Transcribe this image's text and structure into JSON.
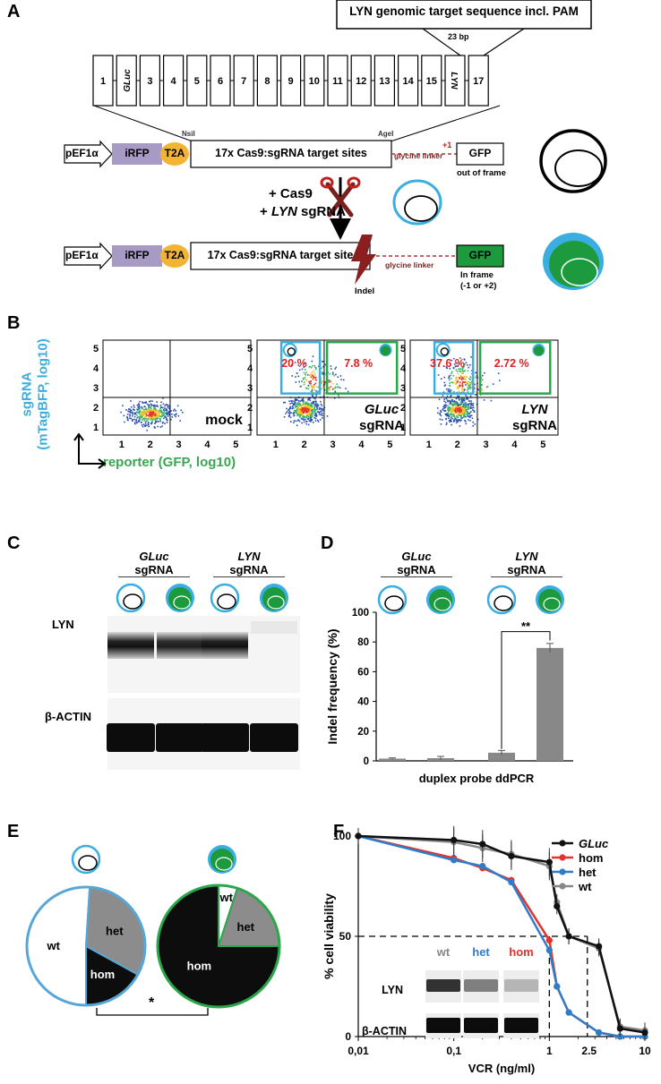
{
  "panels": {
    "a": "A",
    "b": "B",
    "c": "C",
    "d": "D",
    "e": "E",
    "f": "F"
  },
  "panel_a": {
    "target_title": "LYN genomic target sequence incl. PAM",
    "target_len": "23 bp",
    "sites": [
      "1",
      "GLuc",
      "3",
      "4",
      "5",
      "6",
      "7",
      "8",
      "9",
      "10",
      "11",
      "12",
      "13",
      "14",
      "15",
      "LYN",
      "17"
    ],
    "promoter": "pEF1α",
    "irfp": "iRFP",
    "t2a": "T2A",
    "cassette": "17x Cas9:sgRNA target sites",
    "cassette_cut": "17x Cas9:sgRNA target site",
    "nsil": "NsiI",
    "agel": "AgeI",
    "plus1": "+1",
    "glycine_linker": "glycine linker",
    "gfp": "GFP",
    "out_of_frame": "out of frame",
    "cas9": "+ Cas9",
    "sgrna_prefix": "+ ",
    "sgrna_gene": "LYN",
    "sgrna_suffix": " sgRNA",
    "indel": "Indel",
    "in_frame_1": "In frame",
    "in_frame_2": "(-1 or +2)"
  },
  "panel_b": {
    "ylabel_1": "sgRNA",
    "ylabel_2": "(mTagBFP, log10)",
    "xlabel": "reporter (GFP, log10)",
    "ticks": [
      "1",
      "2",
      "3",
      "4",
      "5"
    ],
    "plots": [
      {
        "label_1": "mock",
        "label_2": ""
      },
      {
        "label_1": "GLuc",
        "label_2": "sgRNA",
        "blue_pct": "20 %",
        "green_pct": "7.8 %"
      },
      {
        "label_1": "LYN",
        "label_2": "sgRNA",
        "blue_pct": "37.6 %",
        "green_pct": "2.72 %"
      }
    ]
  },
  "panel_c": {
    "g1_gene": "GLuc",
    "g1_sub": "sgRNA",
    "g2_gene": "LYN",
    "g2_sub": "sgRNA",
    "row1": "LYN",
    "row2": "β-ACTIN"
  },
  "panel_d": {
    "g1_gene": "GLuc",
    "g1_sub": "sgRNA",
    "g2_gene": "LYN",
    "g2_sub": "sgRNA",
    "sig": "**",
    "xcaption": "duplex probe ddPCR"
  },
  "panel_e": {
    "sig": "*",
    "pie1": [
      {
        "label": "wt",
        "value": 51
      },
      {
        "label": "het",
        "value": 32
      },
      {
        "label": "hom",
        "value": 17
      }
    ],
    "pie2": [
      {
        "label": "wt",
        "value": 5
      },
      {
        "label": "het",
        "value": 20
      },
      {
        "label": "hom",
        "value": 75
      }
    ]
  },
  "panel_f": {
    "inset_cols": [
      "wt",
      "het",
      "hom"
    ],
    "inset_rows": [
      "LYN",
      "β-ACTIN"
    ],
    "vline_labels": [
      "1",
      "2.5"
    ]
  },
  "chart_data": [
    {
      "type": "bar",
      "title": "",
      "xlabel": "duplex probe ddPCR",
      "ylabel": "Indel frequency (%)",
      "ylim": [
        0,
        100
      ],
      "yticks": [
        0,
        20,
        40,
        60,
        80,
        100
      ],
      "categories": [
        "GLuc sgRNA blue",
        "GLuc sgRNA green",
        "LYN sgRNA blue",
        "LYN sgRNA green"
      ],
      "values": [
        1.5,
        1.8,
        5.5,
        76
      ],
      "errors": [
        0.5,
        1.2,
        1.5,
        3
      ],
      "color": "#888888"
    },
    {
      "type": "line",
      "title": "",
      "xlabel": "VCR (ng/ml)",
      "ylabel": "% cell viability",
      "xscale": "log",
      "xlim": [
        0.01,
        10
      ],
      "ylim": [
        0,
        100
      ],
      "xticks": [
        "0,01",
        "0,1",
        "1",
        "10"
      ],
      "yticks": [
        "0",
        "50",
        "100"
      ],
      "series": [
        {
          "name": "GLuc",
          "color": "#111111",
          "x": [
            0.01,
            0.1,
            0.2,
            0.4,
            1.0,
            1.2,
            1.6,
            3.3,
            5.5,
            10
          ],
          "y": [
            100,
            98,
            96,
            90,
            87,
            65,
            50,
            45,
            4,
            2
          ]
        },
        {
          "name": "hom",
          "color": "#e8302c",
          "x": [
            0.01,
            0.1,
            0.2,
            0.4,
            1.0,
            1.2,
            1.6,
            3.3,
            5.5,
            10
          ],
          "y": [
            100,
            89,
            84,
            78,
            48,
            25,
            12,
            2,
            0,
            0
          ]
        },
        {
          "name": "het",
          "color": "#2f7dc8",
          "x": [
            0.01,
            0.1,
            0.2,
            0.4,
            1.0,
            1.2,
            1.6,
            3.3,
            5.5,
            10
          ],
          "y": [
            100,
            88,
            85,
            77,
            43,
            25,
            12,
            2,
            0,
            0
          ]
        },
        {
          "name": "wt",
          "color": "#888888",
          "x": [
            0.01,
            0.1,
            0.2,
            0.4,
            1.0,
            1.2,
            1.6,
            3.3,
            5.5,
            10
          ],
          "y": [
            100,
            97,
            94,
            91,
            85,
            67,
            50,
            44,
            5,
            3
          ]
        }
      ]
    }
  ]
}
